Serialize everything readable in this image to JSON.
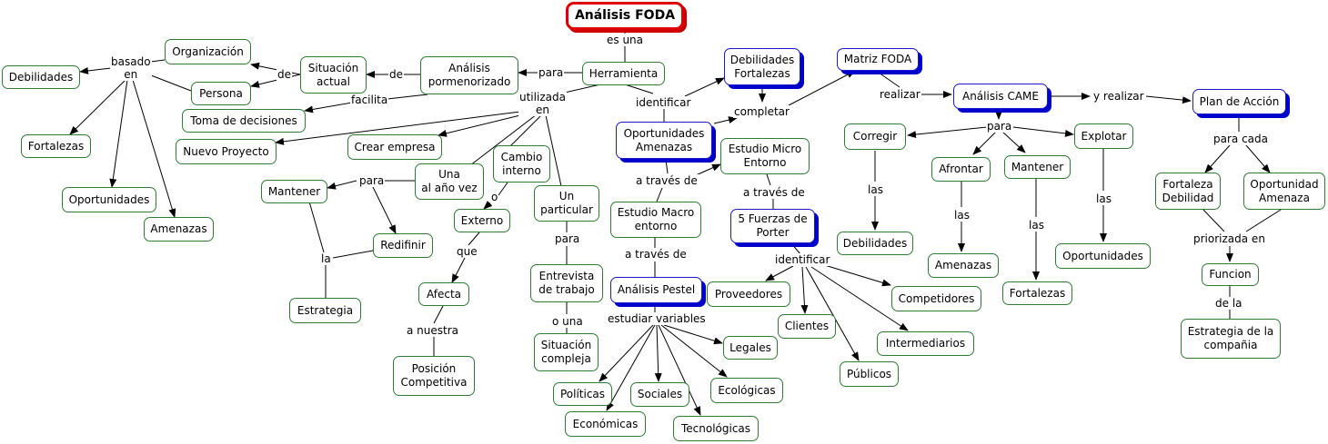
{
  "title": "Análisis FODA",
  "nodes": {
    "n_foda": "Análisis FODA",
    "n_herramienta": "Herramienta",
    "n_analisis_porm": "Análisis\npormenorizado",
    "n_situacion": "Situación\nactual",
    "n_organizacion": "Organización",
    "n_persona": "Persona",
    "n_debilidades1": "Debilidades",
    "n_fortalezas1": "Fortalezas",
    "n_oportunidades1": "Oportunidades",
    "n_amenazas1": "Amenazas",
    "n_toma": "Toma de decisiones",
    "n_nuevo": "Nuevo Proyecto",
    "n_crear": "Crear empresa",
    "n_una": "Una\nal año vez",
    "n_cambio": "Cambio\ninterno",
    "n_particular": "Un\nparticular",
    "n_mantener1": "Mantener",
    "n_redefinir": "Redifinir",
    "n_estrategia": "Estrategia",
    "n_externo": "Externo",
    "n_afecta": "Afecta",
    "n_posicion": "Posición\nCompetitiva",
    "n_entrevista": "Entrevista\nde trabajo",
    "n_sitcomp": "Situación\ncompleja",
    "n_opam": "Oportunidades\nAmenazas",
    "n_debfor": "Debilidades\nFortalezas",
    "n_matriz": "Matriz FODA",
    "n_macro": "Estudio Macro\nentorno",
    "n_micro": "Estudio Micro\nEntorno",
    "n_pestel": "Análisis Pestel",
    "n_porter": "5 Fuerzas de\nPorter",
    "n_politicas": "Políticas",
    "n_economicas": "Económicas",
    "n_sociales": "Sociales",
    "n_tecnologicas": "Tecnológicas",
    "n_ecologicas": "Ecológicas",
    "n_legales": "Legales",
    "n_proveedores": "Proveedores",
    "n_clientes": "Clientes",
    "n_publicos": "Públicos",
    "n_intermediarios": "Intermediarios",
    "n_competidores": "Competidores",
    "n_came": "Análisis CAME",
    "n_corregir": "Corregir",
    "n_afrontar": "Afrontar",
    "n_mantener2": "Mantener",
    "n_explotar": "Explotar",
    "n_debilidades2": "Debilidades",
    "n_amenazas2": "Amenazas",
    "n_fortalezas2": "Fortalezas",
    "n_oportunidades2": "Oportunidades",
    "n_plan": "Plan de Acción",
    "n_fordeb": "Fortaleza\nDebilidad",
    "n_opam2": "Oportunidad\nAmenaza",
    "n_funcion": "Funcion",
    "n_estrat_comp": "Estrategia de la\ncompañia"
  },
  "labels": {
    "l_esuna": "es una",
    "l_para1": "para",
    "l_de1": "de",
    "l_de2": "de",
    "l_basado": "basado\nen",
    "l_facilita": "facilita",
    "l_utilizada": "utilizada\nen",
    "l_para2": "para",
    "l_la": "la",
    "l_o": "o",
    "l_que": "que",
    "l_anuestra": "a nuestra",
    "l_para3": "para",
    "l_ouna": "o una",
    "l_identificar1": "identificar",
    "l_completar": "completar",
    "l_atraves1": "a través de",
    "l_atraves2": "a través de",
    "l_atraves3": "a través de",
    "l_estudiar": "estudiar variables",
    "l_identificar2": "identificar",
    "l_realizar": "realizar",
    "l_yrealizar": "y realizar",
    "l_para4": "para",
    "l_las1": "las",
    "l_las2": "las",
    "l_las3": "las",
    "l_las4": "las",
    "l_paracada": "para cada",
    "l_priorizada": "priorizada en",
    "l_dela": "de la"
  }
}
